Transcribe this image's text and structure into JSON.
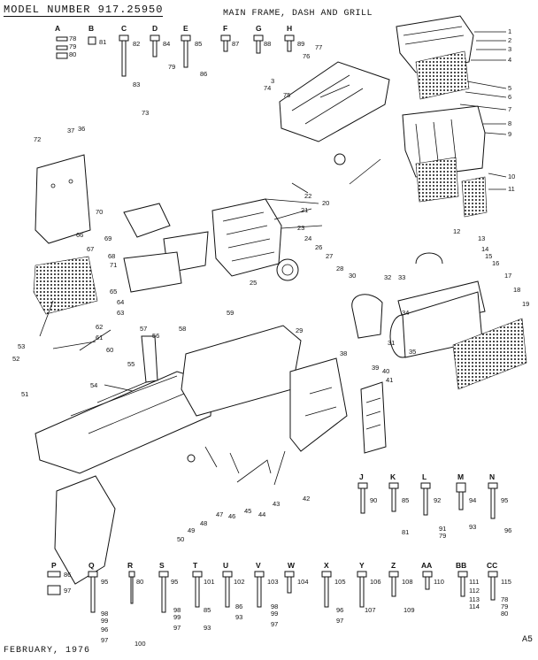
{
  "header": {
    "model": "MODEL NUMBER 917.25950",
    "title": "MAIN FRAME, DASH AND GRILL"
  },
  "footer": {
    "date": "FEBRUARY, 1976",
    "page_code": "A5"
  },
  "top_hardware": [
    {
      "letter": "A",
      "parts": [
        "78",
        "79",
        "80"
      ]
    },
    {
      "letter": "B",
      "parts": [
        "81"
      ]
    },
    {
      "letter": "C",
      "parts": [
        "82",
        "83"
      ]
    },
    {
      "letter": "D",
      "parts": [
        "84",
        "79"
      ]
    },
    {
      "letter": "E",
      "parts": [
        "85",
        "86"
      ]
    },
    {
      "letter": "F",
      "parts": [
        "87"
      ]
    },
    {
      "letter": "G",
      "parts": [
        "88"
      ]
    },
    {
      "letter": "H",
      "parts": [
        "89"
      ]
    }
  ],
  "mid_hardware": [
    {
      "letter": "J",
      "parts": [
        "90"
      ]
    },
    {
      "letter": "K",
      "parts": [
        "85",
        "81"
      ]
    },
    {
      "letter": "L",
      "parts": [
        "92",
        "91",
        "79"
      ]
    },
    {
      "letter": "M",
      "parts": [
        "94",
        "93"
      ]
    },
    {
      "letter": "N",
      "parts": [
        "95",
        "96"
      ]
    }
  ],
  "bottom_hardware": [
    {
      "letter": "P",
      "parts": [
        "86",
        "97"
      ]
    },
    {
      "letter": "Q",
      "parts": [
        "95",
        "98",
        "99",
        "96",
        "97"
      ]
    },
    {
      "letter": "R",
      "parts": [
        "80",
        "100"
      ]
    },
    {
      "letter": "S",
      "parts": [
        "95",
        "98",
        "99",
        "97"
      ]
    },
    {
      "letter": "T",
      "parts": [
        "101",
        "85",
        "93"
      ]
    },
    {
      "letter": "U",
      "parts": [
        "102",
        "86",
        "93"
      ]
    },
    {
      "letter": "V",
      "parts": [
        "103",
        "98",
        "99",
        "97"
      ]
    },
    {
      "letter": "W",
      "parts": [
        "104"
      ]
    },
    {
      "letter": "X",
      "parts": [
        "105",
        "96",
        "97"
      ]
    },
    {
      "letter": "Y",
      "parts": [
        "106",
        "107"
      ]
    },
    {
      "letter": "Z",
      "parts": [
        "108",
        "109"
      ]
    },
    {
      "letter": "AA",
      "parts": [
        "110"
      ]
    },
    {
      "letter": "BB",
      "parts": [
        "111",
        "112",
        "113",
        "114"
      ]
    },
    {
      "letter": "CC",
      "parts": [
        "115",
        "78",
        "79",
        "80"
      ]
    }
  ],
  "callouts": {
    "grill_parts": [
      "1",
      "2",
      "3",
      "4",
      "5",
      "6",
      "7",
      "8",
      "9",
      "10",
      "11"
    ],
    "hood": [
      "74",
      "75",
      "76",
      "77",
      "3"
    ],
    "engine_area": [
      "20",
      "21",
      "22",
      "23",
      "24",
      "25",
      "26",
      "27",
      "28",
      "29",
      "30",
      "31",
      "32",
      "33",
      "34"
    ],
    "muffler": [
      "12",
      "13",
      "14",
      "15",
      "16",
      "17",
      "18",
      "19",
      "35"
    ],
    "dash_left": [
      "36",
      "37",
      "66",
      "67",
      "68",
      "69",
      "70",
      "71",
      "72",
      "73",
      "65",
      "64",
      "63",
      "62",
      "61",
      "60",
      "57",
      "53",
      "52",
      "51"
    ],
    "frame": [
      "54",
      "55",
      "56",
      "58",
      "59",
      "38",
      "39",
      "40",
      "41",
      "42",
      "43",
      "44",
      "45",
      "46",
      "47",
      "48",
      "49",
      "50"
    ],
    "letter_marks": [
      "A",
      "B",
      "C",
      "D",
      "E",
      "F",
      "G",
      "H",
      "J",
      "K",
      "L",
      "M",
      "N",
      "P",
      "R",
      "S",
      "T",
      "U",
      "V",
      "W",
      "X",
      "Y",
      "Z",
      "AA",
      "BB",
      "CC"
    ]
  }
}
